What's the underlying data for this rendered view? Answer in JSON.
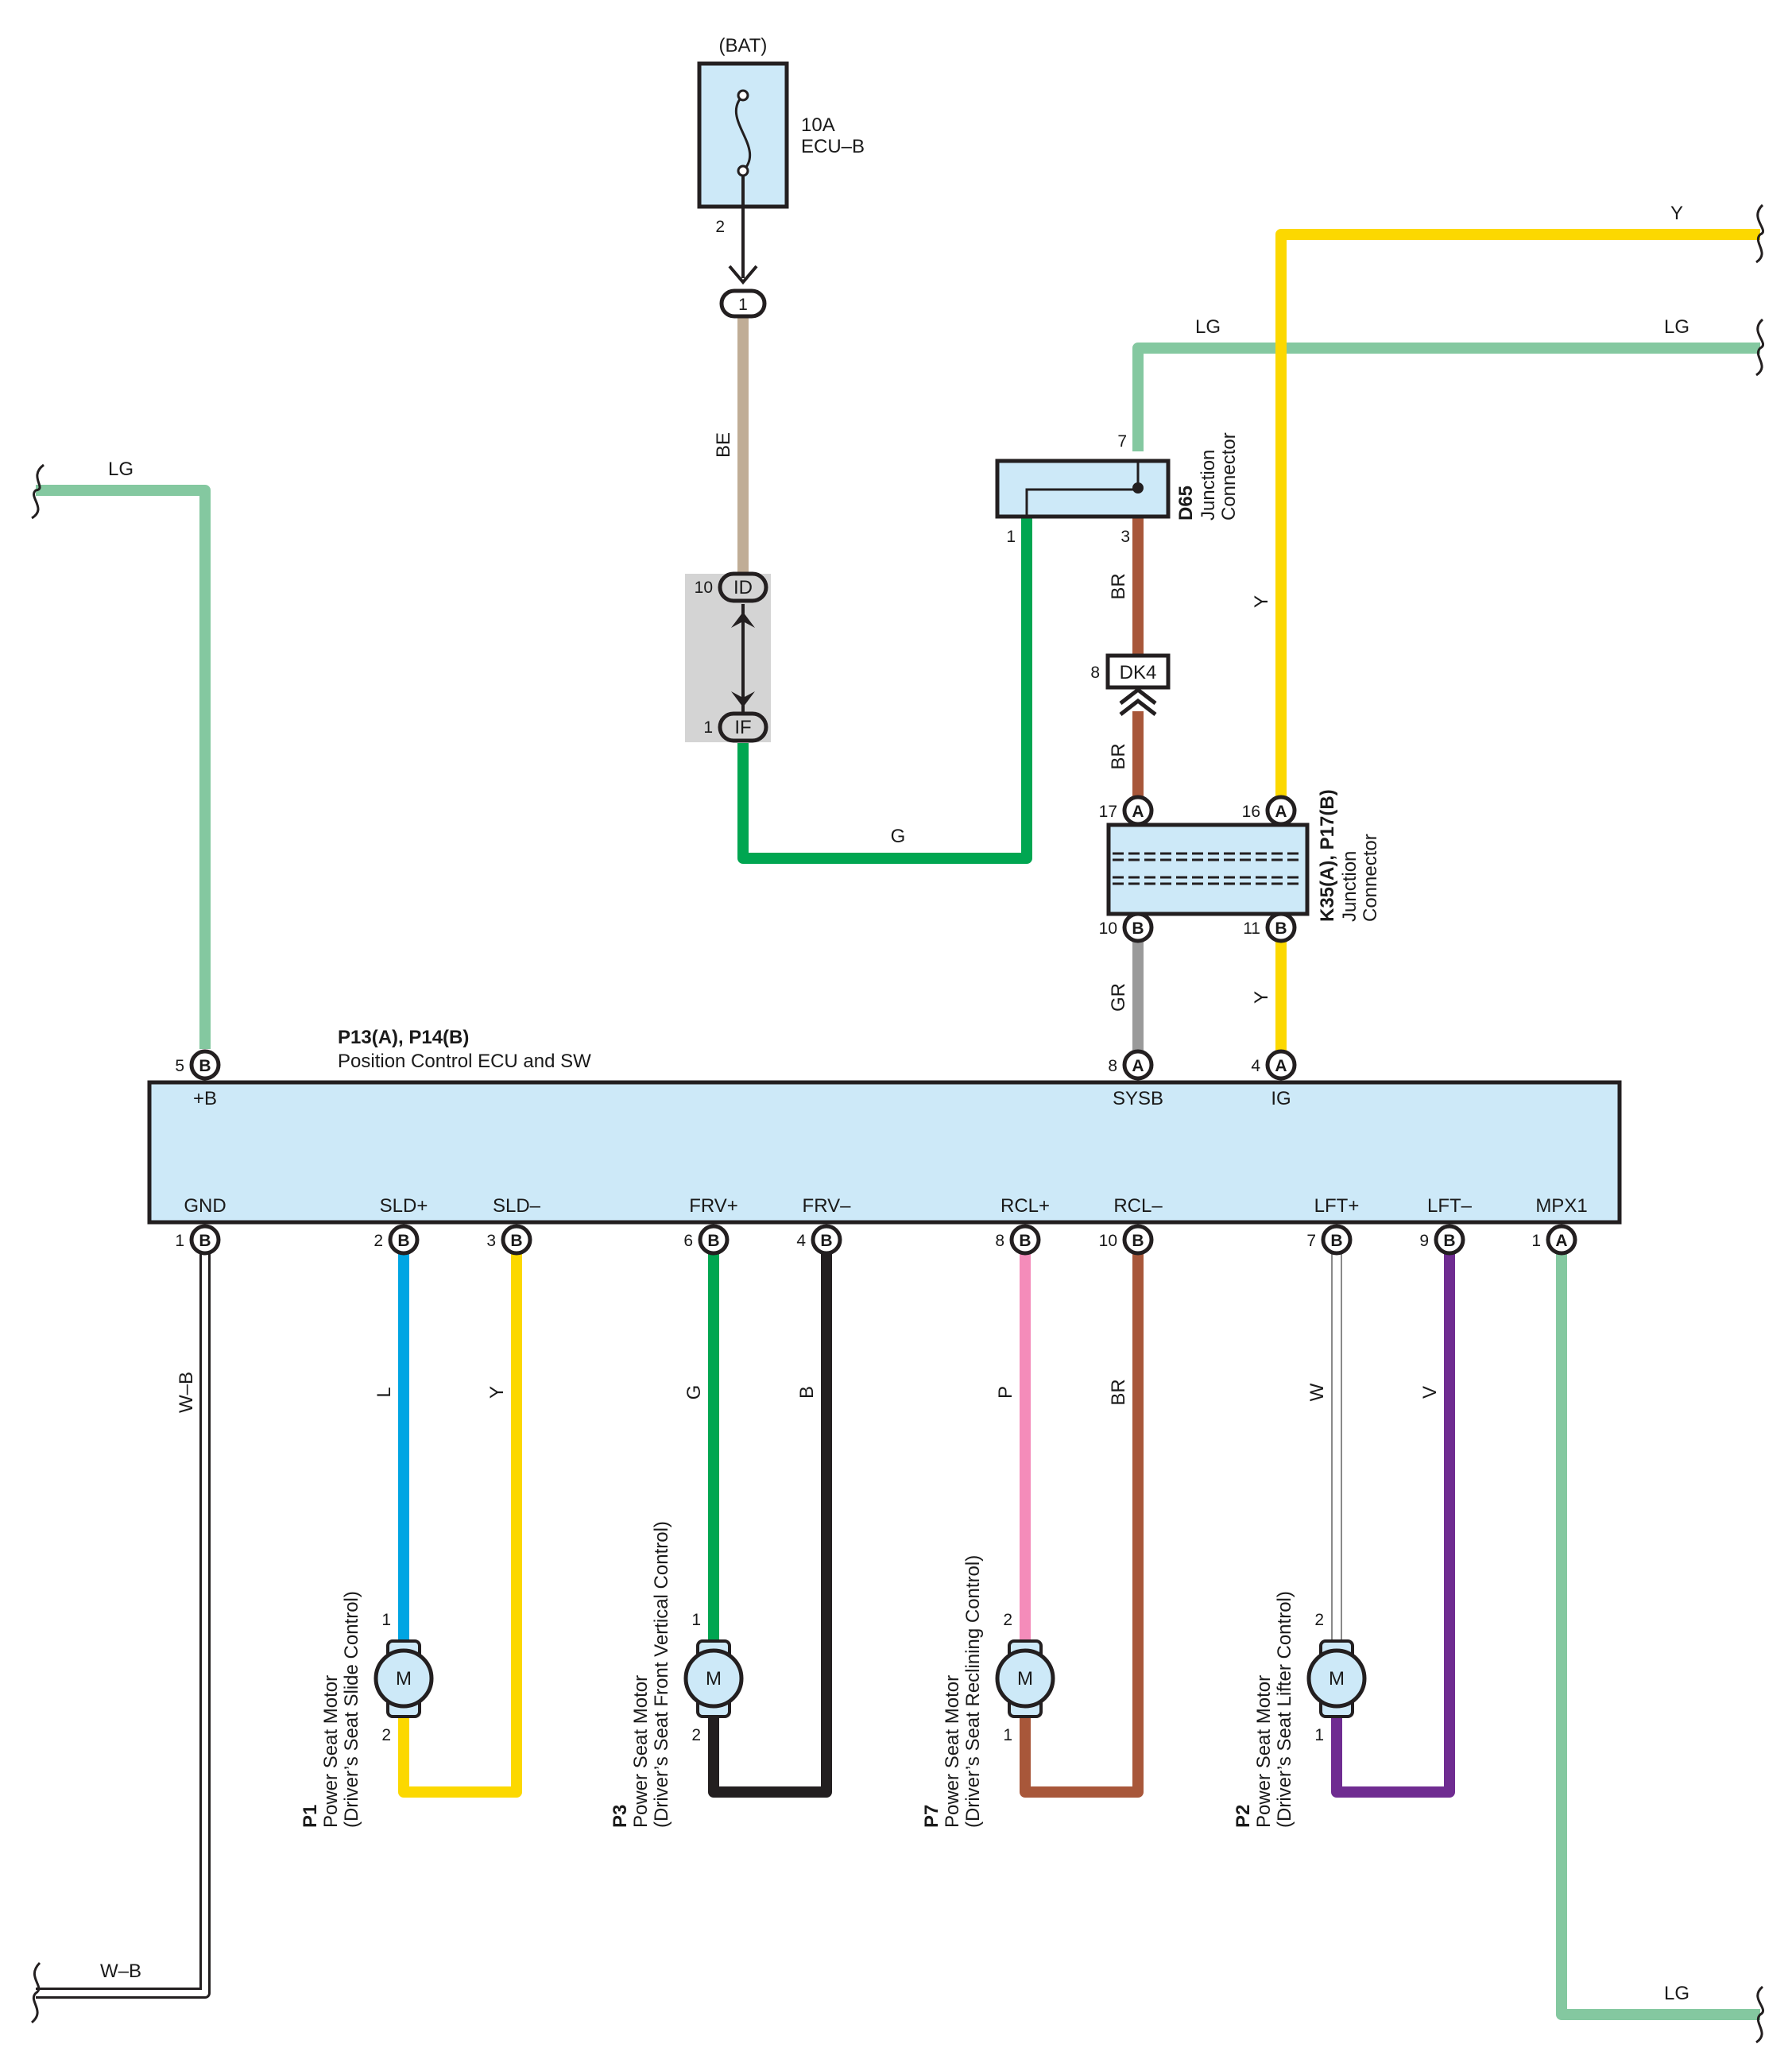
{
  "colors": {
    "LG": "#84c8a0",
    "Y": "#fcd800",
    "G": "#00a651",
    "BE": "#c0ad96",
    "BR": "#a8573a",
    "GR": "#9a9a9a",
    "L": "#00a5e3",
    "B": "#231f20",
    "P": "#f48cba",
    "V": "#6f2c91",
    "component_fill": "#cde9f8",
    "splice_fill": "#d4d4d4"
  },
  "fuse": {
    "source": "(BAT)",
    "rating": "10A",
    "name": "ECU–B",
    "pin": "2"
  },
  "connector_1": {
    "pin": "1"
  },
  "splice_id": {
    "pin_top": "10",
    "code_top": "ID",
    "pin_bottom": "1",
    "code_bottom": "IF"
  },
  "d65": {
    "code": "D65",
    "name_line1": "Junction",
    "name_line2": "Connector",
    "pin7": "7",
    "pin1": "1",
    "pin3": "3"
  },
  "dk4": {
    "code": "DK4",
    "pin": "8"
  },
  "k35": {
    "code": "K35(A), P17(B)",
    "name_line1": "Junction",
    "name_line2": "Connector",
    "pins": {
      "p17": "17",
      "p16": "16",
      "p10": "10",
      "p11": "11"
    },
    "letters": {
      "A": "A",
      "B": "B"
    }
  },
  "ecu": {
    "code": "P13(A), P14(B)",
    "name": "Position Control ECU and SW",
    "top_terminals": [
      {
        "label": "+B",
        "pin": "5",
        "conn": "B"
      },
      {
        "label": "SYSB",
        "pin": "8",
        "conn": "A"
      },
      {
        "label": "IG",
        "pin": "4",
        "conn": "A"
      }
    ],
    "bottom_terminals": [
      {
        "label": "GND",
        "pin": "1",
        "conn": "B"
      },
      {
        "label": "SLD+",
        "pin": "2",
        "conn": "B"
      },
      {
        "label": "SLD–",
        "pin": "3",
        "conn": "B"
      },
      {
        "label": "FRV+",
        "pin": "6",
        "conn": "B"
      },
      {
        "label": "FRV–",
        "pin": "4",
        "conn": "B"
      },
      {
        "label": "RCL+",
        "pin": "8",
        "conn": "B"
      },
      {
        "label": "RCL–",
        "pin": "10",
        "conn": "B"
      },
      {
        "label": "LFT+",
        "pin": "7",
        "conn": "B"
      },
      {
        "label": "LFT–",
        "pin": "9",
        "conn": "B"
      },
      {
        "label": "MPX1",
        "pin": "1",
        "conn": "A"
      }
    ]
  },
  "wire_labels": {
    "lg_left": "LG",
    "be": "BE",
    "g_horizontal": "G",
    "y_top": "Y",
    "lg_top_mid": "LG",
    "lg_top_right": "LG",
    "y_vertical": "Y",
    "br_upper": "BR",
    "br_lower": "BR",
    "gr": "GR",
    "y_lower": "Y",
    "wb_vertical": "W–B",
    "wb_horizontal": "W–B",
    "l": "L",
    "y_sld": "Y",
    "g_frv": "G",
    "b_frv": "B",
    "p_rcl": "P",
    "br_rcl": "BR",
    "w_lft": "W",
    "v_lft": "V",
    "lg_bottom": "LG"
  },
  "motors": [
    {
      "code": "P1",
      "line1": "Power Seat Motor",
      "line2": "(Driver’s Seat Slide Control)",
      "symbol": "M",
      "pin_top": "1",
      "pin_bottom": "2"
    },
    {
      "code": "P3",
      "line1": "Power Seat Motor",
      "line2": "(Driver’s Seat Front Vertical Control)",
      "symbol": "M",
      "pin_top": "1",
      "pin_bottom": "2"
    },
    {
      "code": "P7",
      "line1": "Power Seat Motor",
      "line2": "(Driver’s Seat Reclining Control)",
      "symbol": "M",
      "pin_top": "2",
      "pin_bottom": "1"
    },
    {
      "code": "P2",
      "line1": "Power Seat Motor",
      "line2": "(Driver’s Seat Lifter Control)",
      "symbol": "M",
      "pin_top": "2",
      "pin_bottom": "1"
    }
  ]
}
